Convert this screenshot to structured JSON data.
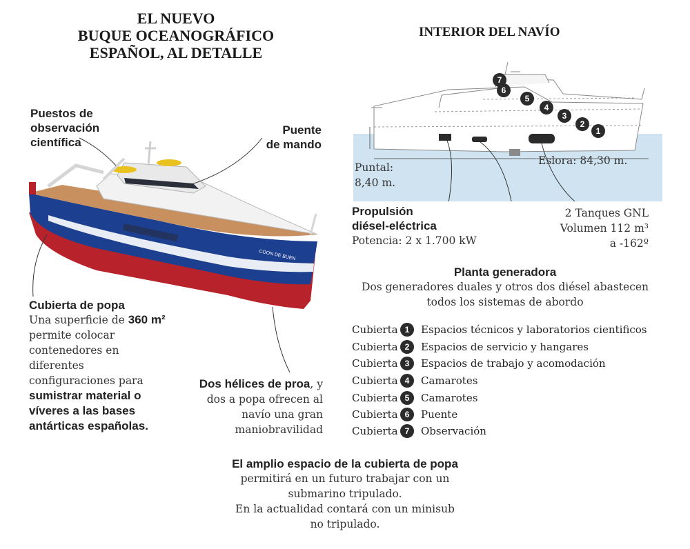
{
  "left_title": [
    "EL NUEVO",
    "BUQUE OCEANOGRÁFICO",
    "ESPAÑOL, AL DETALLE"
  ],
  "right_title": "INTERIOR DEL NAVÍO",
  "callouts": {
    "observation": [
      "Puestos de",
      "observación",
      "científica"
    ],
    "bridge": [
      "Puente",
      "de mando"
    ],
    "stern_deck": {
      "heading": "Cubierta de popa",
      "line1": "Una superficie de",
      "area": "360 m²",
      "rest": [
        "permite colocar",
        "contenedores en",
        "diferentes",
        "configuraciones para"
      ],
      "bold_lines": [
        "sumistrar material o",
        "víveres a las bases",
        "antárticas españolas."
      ]
    },
    "propellers": {
      "bold": "Dos hélices de proa",
      "line1_rest": ", y",
      "lines": [
        "dos a popa ofrecen al",
        "navío una gran",
        "maniobravilidad"
      ]
    }
  },
  "ship_name": "COON DE BUEN",
  "diagram": {
    "puntal": [
      "Puntal:",
      "8,40 m."
    ],
    "eslora": "Eslora: 84,30 m.",
    "propulsion": {
      "title": [
        "Propulsión",
        "diésel-eléctrica"
      ],
      "power": "Potencia: 2 x 1.700 kW"
    },
    "tanks": [
      "2 Tanques GNL",
      "Volumen 112 m³",
      "a -162º"
    ],
    "generator": {
      "title": "Planta generadora",
      "text": [
        "Dos generadores duales y otros dos diésel abastecen",
        "todos los sistemas de abordo"
      ]
    },
    "deck_markers": [
      "1",
      "2",
      "3",
      "4",
      "5",
      "6",
      "7"
    ]
  },
  "legend": [
    {
      "deck": "Cubierta",
      "num": "1",
      "desc": "Espacios técnicos y laboratorios cientificos"
    },
    {
      "deck": "Cubierta",
      "num": "2",
      "desc": "Espacios de servicio y hangares"
    },
    {
      "deck": "Cubierta",
      "num": "3",
      "desc": "Espacios de trabajo y acomodación"
    },
    {
      "deck": "Cubierta",
      "num": "4",
      "desc": "Camarotes"
    },
    {
      "deck": "Cubierta",
      "num": "5",
      "desc": "Camarotes"
    },
    {
      "deck": "Cubierta",
      "num": "6",
      "desc": "Puente"
    },
    {
      "deck": "Cubierta",
      "num": "7",
      "desc": "Observación"
    }
  ],
  "footer": {
    "bold": "El amplio espacio de la cubierta de popa",
    "lines": [
      "permitirá en un futuro trabajar con un",
      "submarino tripulado.",
      "En la actualidad contará con un minisub",
      "no tripulado."
    ]
  },
  "colors": {
    "hull_blue": "#1d3f8f",
    "hull_red": "#b8232b",
    "water": "#cfe3f1",
    "text": "#222222"
  }
}
